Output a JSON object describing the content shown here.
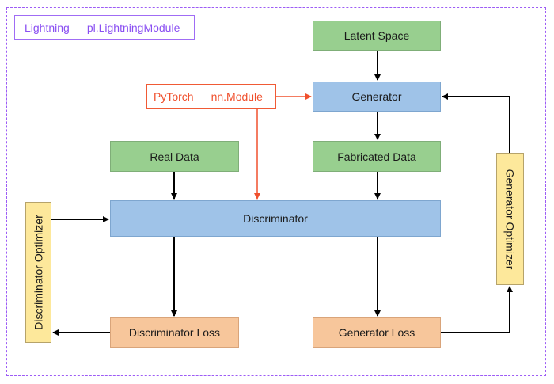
{
  "tags": {
    "lightning": {
      "name": "Lightning",
      "module": "pl.LightningModule"
    },
    "pytorch": {
      "name": "PyTorch",
      "module": "nn.Module"
    }
  },
  "nodes": {
    "latent_space": "Latent Space",
    "generator": "Generator",
    "real_data": "Real Data",
    "fabricated_data": "Fabricated Data",
    "discriminator": "Discriminator",
    "discriminator_optimizer": "Discriminator Optimizer",
    "generator_optimizer": "Generator Optimizer",
    "discriminator_loss": "Discriminator Loss",
    "generator_loss": "Generator Loss"
  },
  "colors": {
    "data_node": "#98cf8f",
    "model_node": "#9fc3e8",
    "loss_node": "#f7c69b",
    "optimizer_node": "#fde89b",
    "lightning_accent": "#9d5cf5",
    "pytorch_accent": "#f05a35"
  }
}
